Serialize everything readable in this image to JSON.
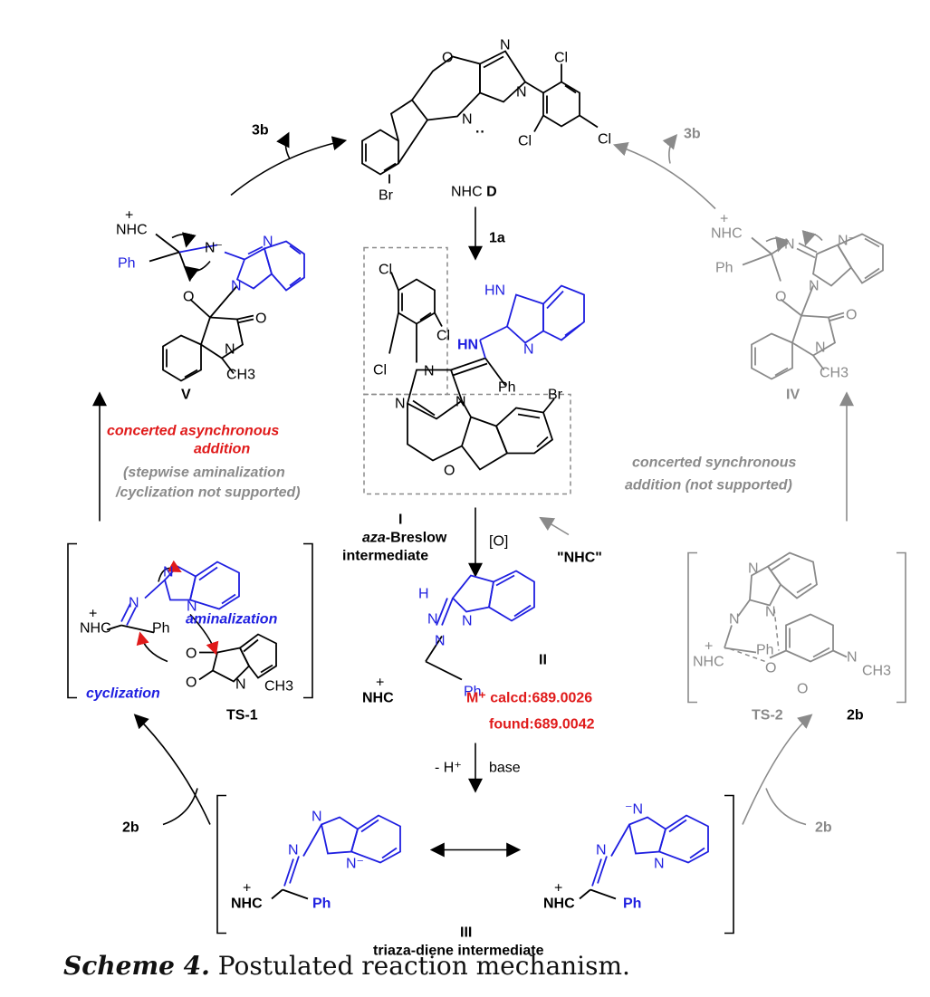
{
  "catalyst": {
    "label_prefix": "NHC",
    "label_id": "D",
    "atom_O": "O",
    "atom_N1": "N",
    "atom_N2": "N",
    "atom_N3": "N",
    "lone_pair": "··",
    "cl1": "Cl",
    "cl2": "Cl",
    "cl3": "Cl",
    "br": "Br"
  },
  "step_1a": "1a",
  "intermediate_I": {
    "id": "I",
    "name_italic": "aza",
    "name_rest": "-Breslow",
    "name_line2": "intermediate",
    "cl1": "Cl",
    "cl2": "Cl",
    "cl3": "Cl",
    "br": "Br",
    "nh": "HN",
    "hn_ring": "HN",
    "n_ring": "N",
    "ph": "Ph",
    "n1": "N",
    "n2": "N",
    "n3": "N",
    "o": "O"
  },
  "oxidation": "[O]",
  "nhc_quote": "\"NHC\"",
  "intermediate_II": {
    "id": "II",
    "h": "H",
    "n1": "N",
    "n2": "N",
    "n3": "N",
    "plus": "+",
    "nhc": "NHC",
    "ph": "Ph",
    "ms_calcd": "M⁺ calcd:689.0026",
    "ms_found": "found:689.0042"
  },
  "deprotonation": {
    "left": "- H⁺",
    "right": "base"
  },
  "intermediate_III": {
    "id": "III",
    "name": "triaza-diene intermediate",
    "left_n1": "N",
    "left_n2": "N",
    "left_n3": "N⁻",
    "left_plus": "+",
    "left_nhc": "NHC",
    "left_ph": "Ph",
    "right_n1": "⁻N",
    "right_n2": "N",
    "right_n3": "N",
    "right_plus": "+",
    "right_nhc": "NHC",
    "right_ph": "Ph"
  },
  "reagent_2b_left": "2b",
  "reagent_2b_right": "2b",
  "product_3b_left": "3b",
  "product_3b_right": "3b",
  "TS1": {
    "id": "TS-1",
    "aminalization": "aminalization",
    "cyclization": "cyclization",
    "n_minus": "N",
    "n1": "N",
    "n2": "N",
    "nhc": "NHC",
    "plus": "+",
    "ph": "Ph",
    "n_me": "N",
    "ch3": "CH3",
    "o1": "O",
    "o2": "O"
  },
  "TS2": {
    "id": "TS-2",
    "reagent": "2b",
    "n_minus": "N",
    "n1": "N",
    "n2": "N",
    "nhc": "NHC",
    "plus": "+",
    "ph": "Ph",
    "o1": "O",
    "o2": "O",
    "n_me": "N",
    "ch3": "CH3"
  },
  "intermediate_V": {
    "id": "V",
    "nhc": "NHC",
    "plus": "+",
    "n_minus": "N⁻",
    "n1": "N",
    "n2": "N",
    "ph": "Ph",
    "o1": "O",
    "o2": "O",
    "n_me": "N",
    "ch3": "CH3"
  },
  "intermediate_IV": {
    "id": "IV",
    "nhc": "NHC",
    "plus": "+",
    "n_minus": "N⁻",
    "n1": "N",
    "n2": "N",
    "ph": "Ph",
    "o1": "O",
    "o2": "O",
    "n_me": "N",
    "ch3": "CH3"
  },
  "annotation_left": {
    "line1": "concerted asynchronous",
    "line2": "addition",
    "line3": "(stepwise aminalization",
    "line4": "/cyclization not supported)"
  },
  "annotation_right": {
    "line1": "concerted synchronous",
    "line2": "addition (not supported)"
  },
  "caption": {
    "label": "Scheme 4.",
    "text": "Postulated reaction mechanism."
  },
  "colors": {
    "black": "#000000",
    "blue": "#1f1fe0",
    "grey": "#8a8a8a",
    "red": "#e01a1a"
  }
}
